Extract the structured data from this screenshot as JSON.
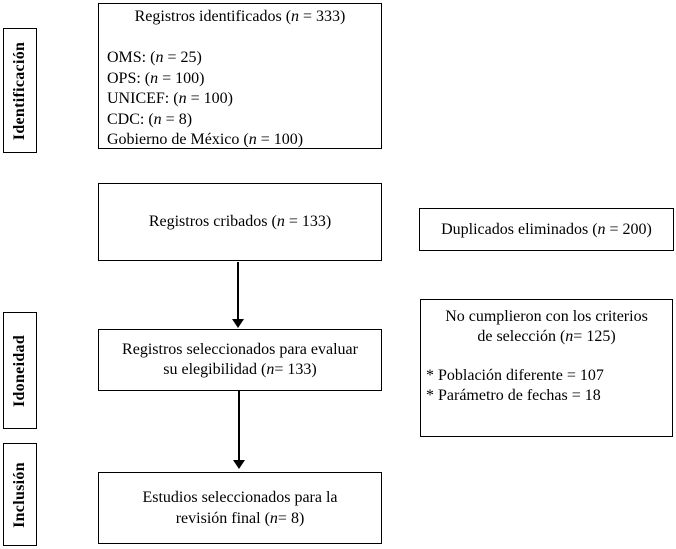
{
  "diagram": {
    "stage_labels": [
      "Identificación",
      "Idoneidad",
      "Inclusión"
    ],
    "identified_box": {
      "title": "Registros identificados (*n* = 333)",
      "items": [
        "OMS: (*n* = 25)",
        "OPS: (*n* = 100)",
        "UNICEF: (*n* = 100)",
        "CDC: (*n* = 8)",
        "Gobierno de México (*n* = 100)"
      ]
    },
    "screened_box": {
      "title": "Registros cribados (*n* = 133)"
    },
    "duplicates_box": {
      "title": "Duplicados eliminados (*n* = 200)"
    },
    "eligibility_box": {
      "lines": [
        "Registros seleccionados para evaluar",
        "su elegibilidad (*n*= 133)"
      ]
    },
    "excluded_box": {
      "lines": [
        "No cumplieron con los criterios",
        "de selección (*n*= 125)"
      ],
      "items": [
        "* Población diferente = 107",
        "* Parámetro de fechas = 18"
      ]
    },
    "included_box": {
      "lines": [
        "Estudios seleccionados para la",
        "revisión final (*n*= 8)"
      ]
    },
    "colors": {
      "border": "#000000",
      "background": "#ffffff",
      "text": "#000000"
    }
  }
}
